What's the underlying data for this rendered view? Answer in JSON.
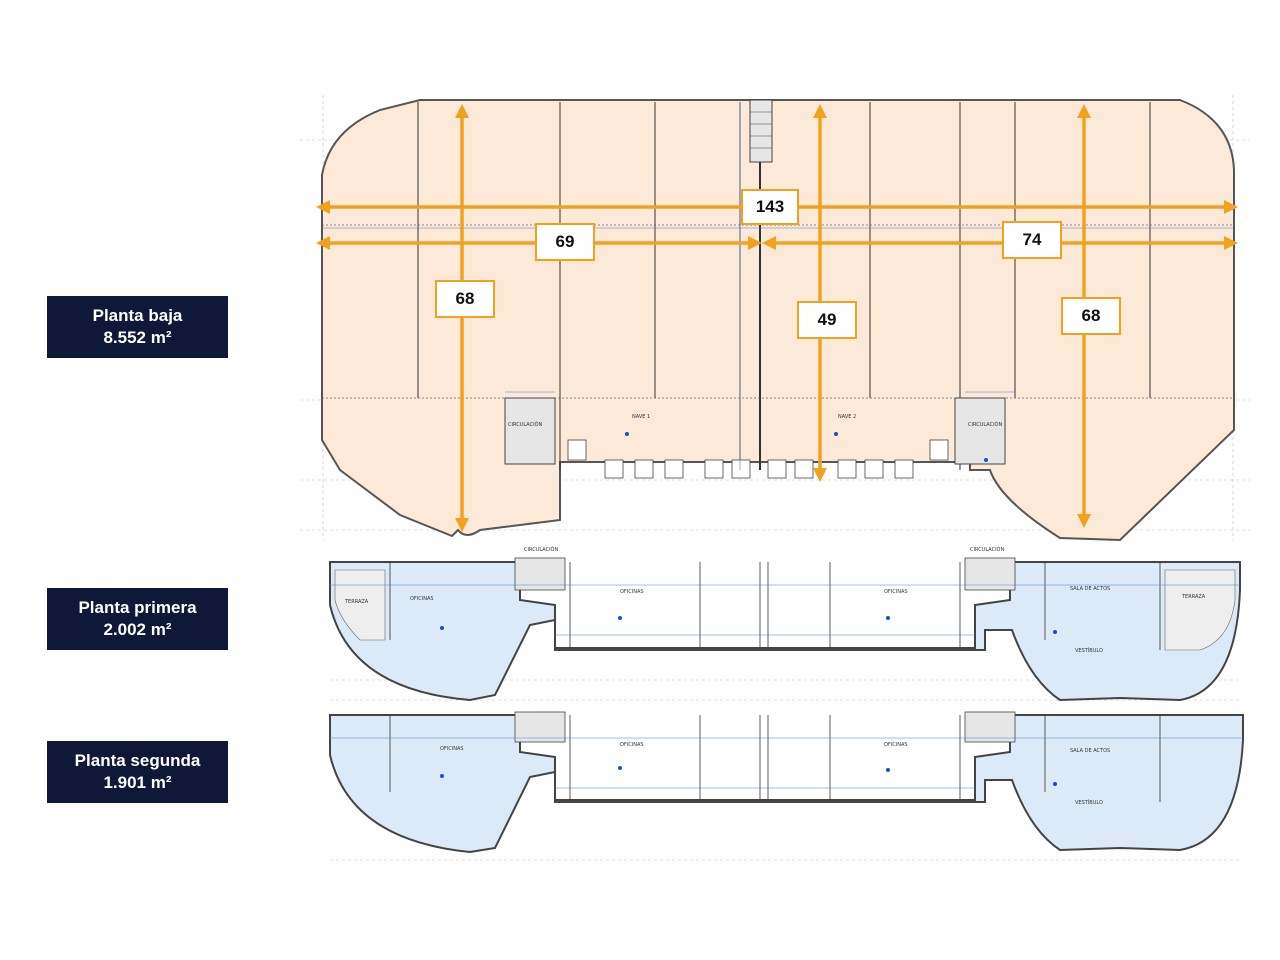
{
  "floors": [
    {
      "name": "Planta baja",
      "area": "8.552 m²"
    },
    {
      "name": "Planta primera",
      "area": "2.002 m²"
    },
    {
      "name": "Planta segunda",
      "area": "1.901 m²"
    }
  ],
  "dimensions": {
    "total_width": "143",
    "nave1_width": "69",
    "nave2_width": "74",
    "left_depth": "68",
    "center_depth": "49",
    "right_depth": "68"
  },
  "rooms": {
    "circulacion": "CIRCULACIÓN",
    "nave1": "NAVE 1",
    "nave2": "NAVE 2",
    "oficinas": "OFICINAS",
    "terraza": "TERRAZA",
    "sala_actos": "SALA DE ACTOS",
    "vestibulo": "VESTÍBULO"
  },
  "colors": {
    "label_bg": "#0f1838",
    "ground_fill": "#fde9d7",
    "upper_fill": "#dceaf7",
    "dimension": "#f2a11f"
  }
}
